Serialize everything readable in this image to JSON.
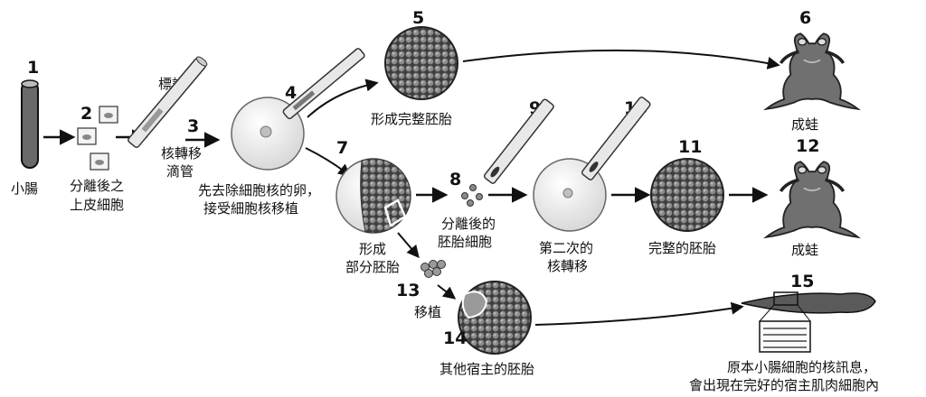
{
  "steps": {
    "s1": {
      "number": "1",
      "label": "小腸"
    },
    "s2": {
      "number": "2",
      "label_line1": "分離後之",
      "label_line2": "上皮細胞"
    },
    "s3": {
      "number": "3",
      "marker_label": "標記",
      "label_line1": "核轉移",
      "label_line2": "滴管"
    },
    "s4": {
      "number": "4",
      "label_line1": "先去除細胞核的卵，",
      "label_line2": "接受細胞核移植"
    },
    "s5": {
      "number": "5",
      "label": "形成完整胚胎"
    },
    "s6": {
      "number": "6",
      "label": "成蛙"
    },
    "s7": {
      "number": "7",
      "label_line1": "形成",
      "label_line2": "部分胚胎"
    },
    "s8": {
      "number": "8",
      "label_line1": "分離後的",
      "label_line2": "胚胎細胞"
    },
    "s9": {
      "number": "9"
    },
    "s10": {
      "number": "10",
      "label_line1": "第二次的",
      "label_line2": "核轉移"
    },
    "s11": {
      "number": "11",
      "label": "完整的胚胎"
    },
    "s12": {
      "number": "12",
      "label": "成蛙"
    },
    "s13": {
      "number": "13",
      "label": "移植"
    },
    "s14": {
      "number": "14",
      "label": "其他宿主的胚胎"
    },
    "s15": {
      "number": "15",
      "label_line1": "原本小腸細胞的核訊息，",
      "label_line2": "會出現在完好的宿主肌肉細胞內"
    }
  },
  "colors": {
    "ink": "#111111",
    "egg": "#e4e4e4",
    "embryo": "#5a5a5a",
    "frog": "#6f6f6f"
  }
}
